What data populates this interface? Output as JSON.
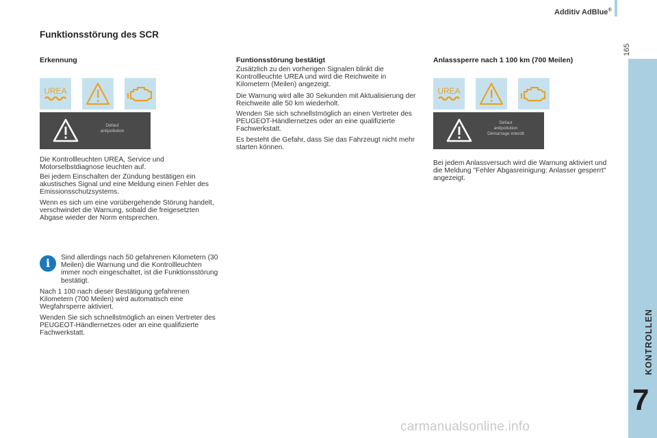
{
  "header": {
    "title": "Additiv AdBlue",
    "title_mark": "®",
    "page_number": "165"
  },
  "side": {
    "chapter_label": "KONTROLLEN",
    "chapter_number": "7"
  },
  "section_title": "Funktionsstörung des SCR",
  "col1": {
    "heading": "Erkennung",
    "lamp_urea": "UREA",
    "screen_text": [
      "Défaut",
      "antipollution"
    ],
    "p1": "Die Kontrollleuchten UREA, Service und Motorselbstdiagnose leuchten auf.",
    "p2": "Bei jedem Einschalten der Zündung bestätigen ein akustisches Signal und eine Meldung einen Fehler des Emissionsschutzsystems.",
    "p3": "Wenn es sich um eine vorübergehende Störung handelt, verschwindet die Warnung, sobald die freigesetzten Abgase wieder der Norm entsprechen.",
    "info": "Sind allerdings nach 50 gefahrenen Kilometern (30 Meilen) die Warnung und die Kontrollleuchten immer noch eingeschaltet, ist die Funktionsstörung bestätigt.",
    "p4": "Nach 1 100 nach dieser Bestätigung gefahrenen Kilometern (700 Meilen) wird automatisch eine Wegfahrsperre aktiviert.",
    "p5": "Wenden Sie sich schnellstmöglich an einen Vertreter des PEUGEOT-Händlernetzes oder an eine qualifizierte Fachwerkstatt."
  },
  "col2": {
    "heading": "Funtionsstörung bestätigt",
    "p1": "Zusätzlich zu den vorherigen Signalen blinkt die Kontrollleuchte UREA und wird die Reichweite in Kilometern (Meilen) angezeigt.",
    "p2": "Die Warnung wird alle 30 Sekunden mit Aktualisierung der Reichweite alle 50 km wiederholt.",
    "p3": "Wenden Sie sich schnellstmöglich an einen Vertreter des PEUGEOT-Händlernetzes oder an eine qualifizierte Fachwerkstatt.",
    "p4": "Es besteht die Gefahr, dass Sie das Fahrzeugt nicht mehr starten können."
  },
  "col3": {
    "heading": "Anlasssperre nach 1 100 km (700 Meilen)",
    "lamp_urea": "UREA",
    "screen_text": [
      "Défaut",
      "antipollution",
      "Démarrage interdit"
    ],
    "p1": "Bei jedem Anlassversuch wird die Warnung aktiviert und die Meldung \"Fehler Abgasreinigung: Anlasser gesperrt\" angezeigt."
  },
  "watermark": "carmanualsonline.info",
  "colors": {
    "accent_blue": "#a9cfe0",
    "lamp_bg": "#c6e1ee",
    "amber": "#e8a22a",
    "screen_bg": "#4a4a4a",
    "info_blue": "#1b79b8"
  },
  "icons": [
    "urea-icon",
    "warning-icon",
    "engine-icon",
    "warning-triangle-icon",
    "info-icon"
  ]
}
